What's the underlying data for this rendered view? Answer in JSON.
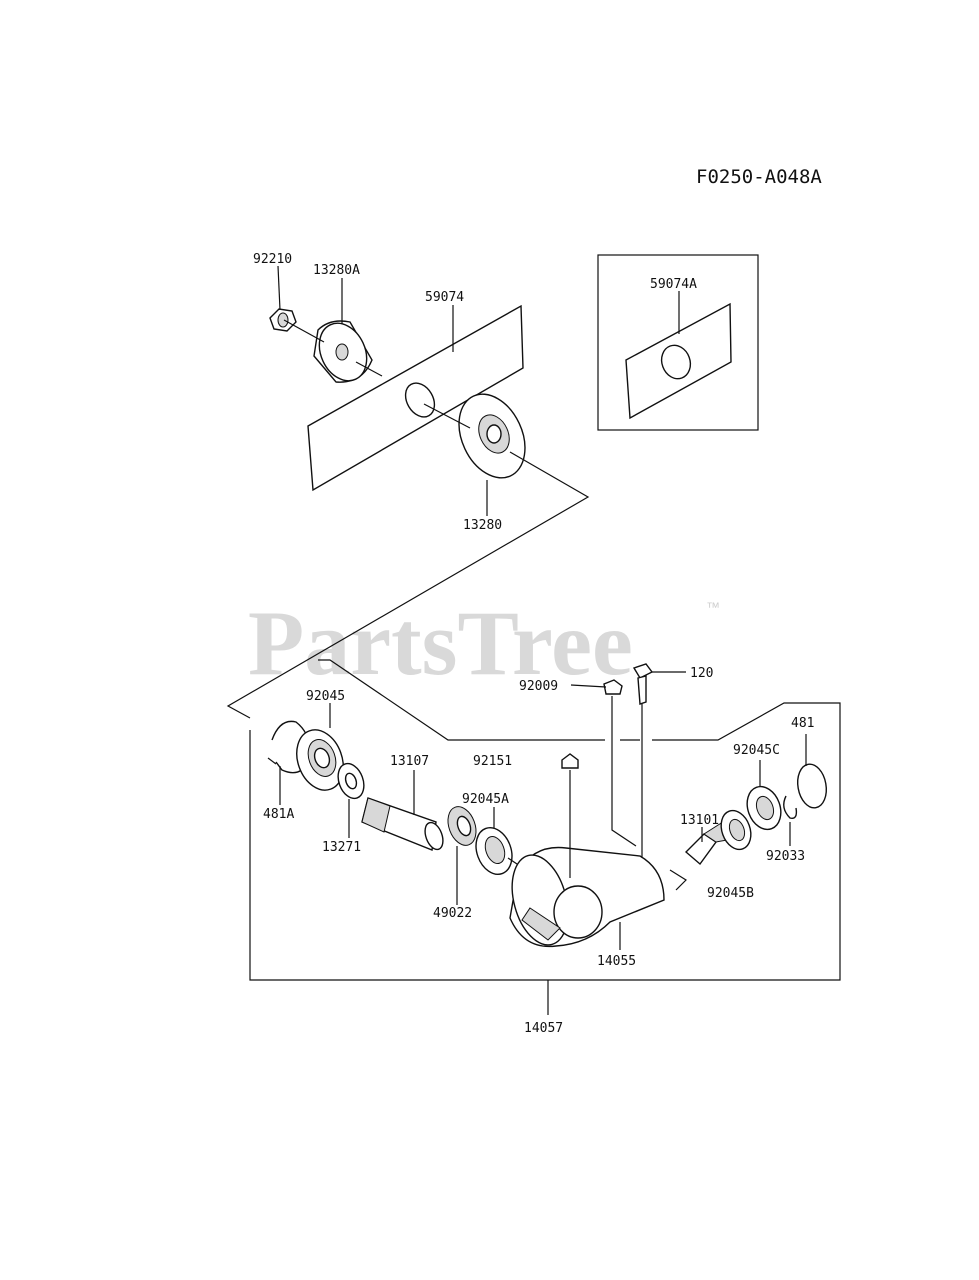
{
  "diagram": {
    "figure_code": "F0250-A048A",
    "watermark": "PartsTree",
    "watermark_mark": "™",
    "callouts": {
      "p92210": "92210",
      "p13280A": "13280A",
      "p59074": "59074",
      "p59074A": "59074A",
      "p13280": "13280",
      "p120": "120",
      "p92009": "92009",
      "p92045": "92045",
      "p481": "481",
      "p92045C": "92045C",
      "p13107": "13107",
      "p92151": "92151",
      "p92045A": "92045A",
      "p13101": "13101",
      "p481A": "481A",
      "p13271": "13271",
      "p92033": "92033",
      "p92045B": "92045B",
      "p49022": "49022",
      "p14055": "14055",
      "p14057": "14057"
    }
  }
}
